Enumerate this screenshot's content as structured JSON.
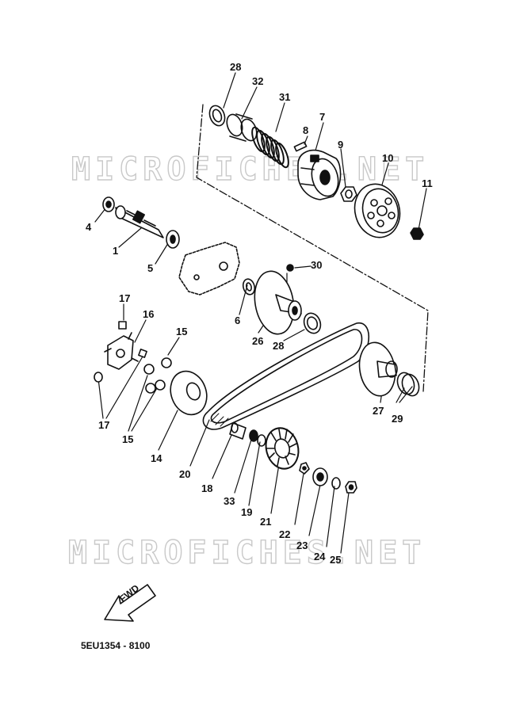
{
  "watermark": {
    "top": "MICROFICHES.NET",
    "bottom": "MICROFICHES.NET"
  },
  "fwd_label": "FWD",
  "drawing_code": "5EU1354 - 8100",
  "labels": {
    "l1": "1",
    "l4": "4",
    "l5": "5",
    "l6": "6",
    "l7": "7",
    "l8": "8",
    "l9": "9",
    "l10": "10",
    "l11": "11",
    "l14": "14",
    "l15a": "15",
    "l15b": "15",
    "l16": "16",
    "l17a": "17",
    "l17b": "17",
    "l18": "18",
    "l19": "19",
    "l20": "20",
    "l21": "21",
    "l22": "22",
    "l23": "23",
    "l24": "24",
    "l25": "25",
    "l26": "26",
    "l27": "27",
    "l28a": "28",
    "l28b": "28",
    "l29": "29",
    "l30": "30",
    "l31": "31",
    "l32": "32",
    "l33": "33"
  },
  "colors": {
    "ink": "#111111",
    "watermark": "#c9c9c9",
    "background": "#ffffff"
  }
}
